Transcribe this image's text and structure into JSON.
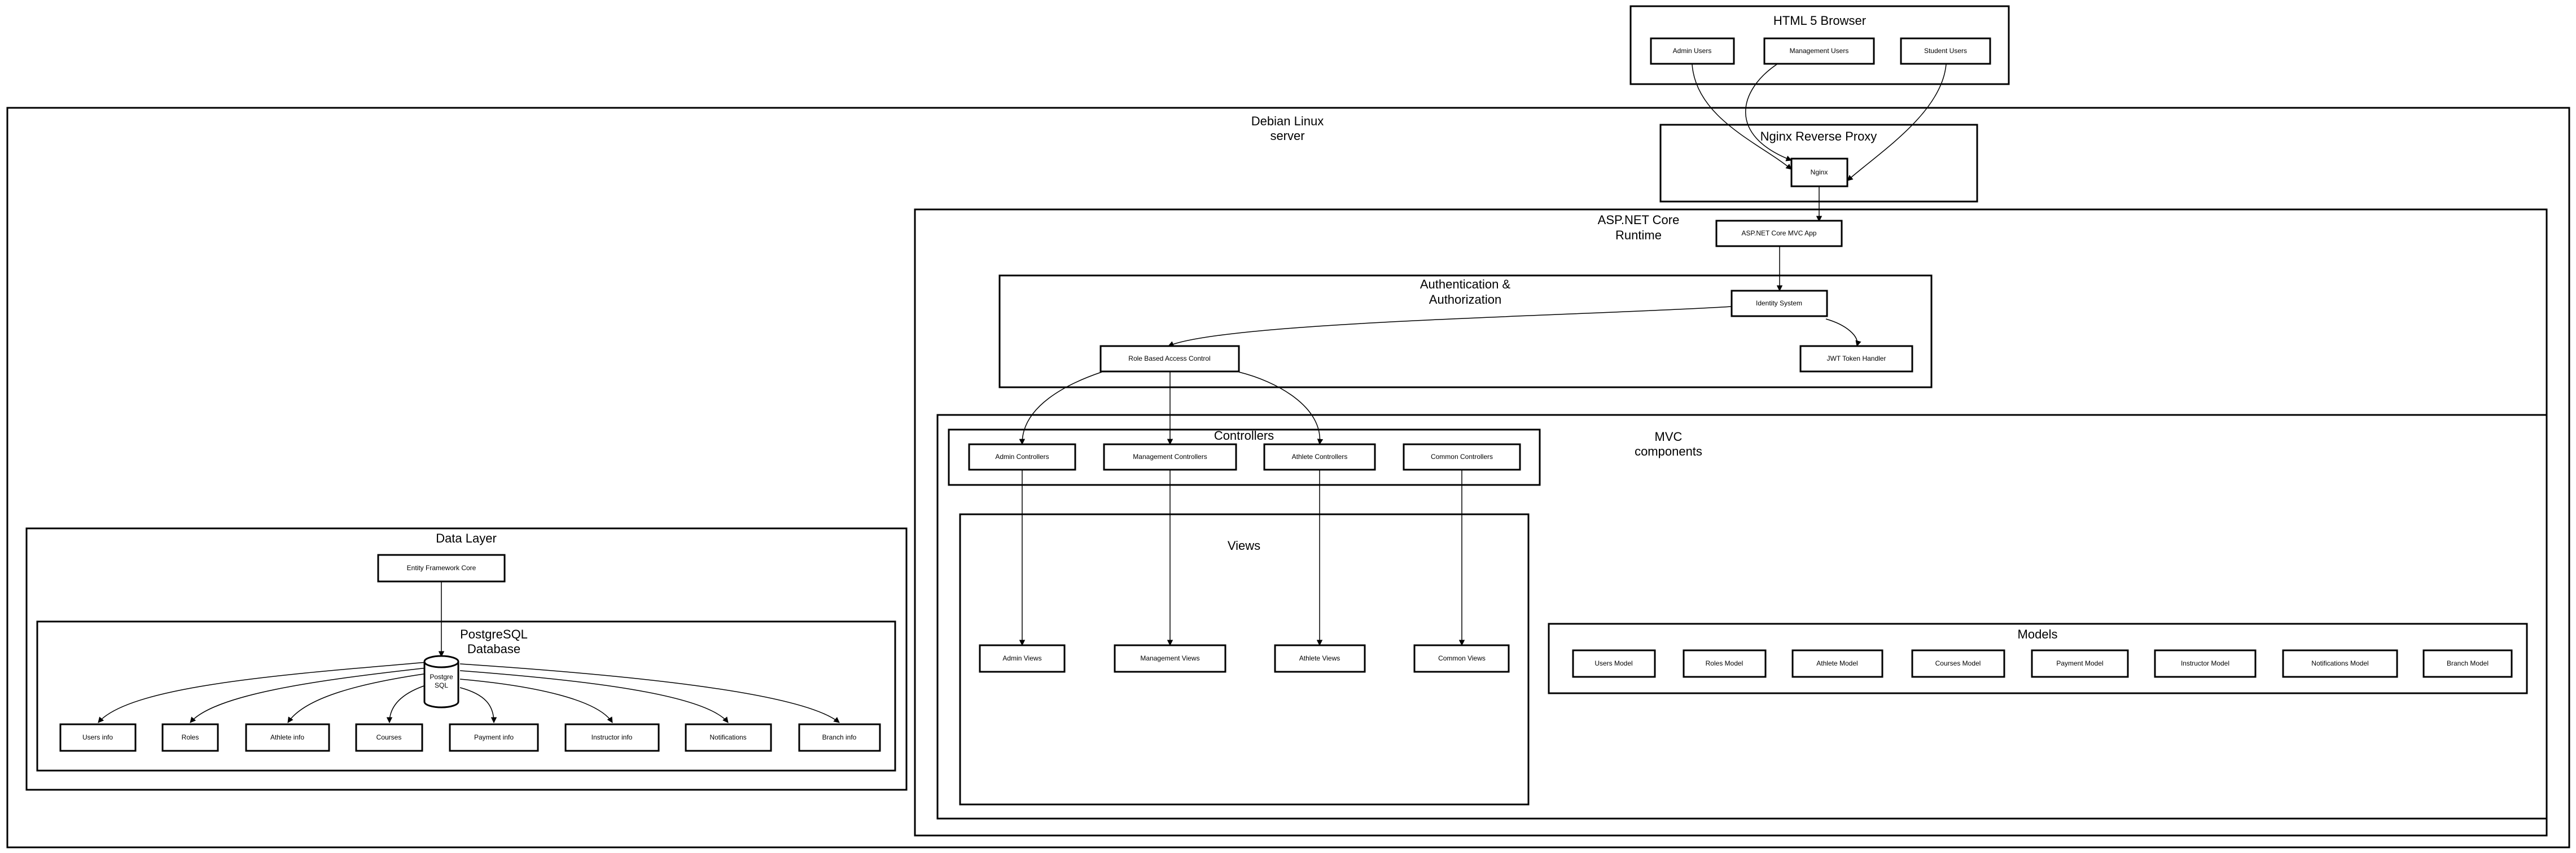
{
  "clusters": {
    "browser": "HTML 5 Browser",
    "server": [
      "Debian Linux",
      "server"
    ],
    "proxy": "Nginx Reverse Proxy",
    "runtime": [
      "ASP.NET Core",
      "Runtime"
    ],
    "auth": [
      "Authentication &",
      "Authorization"
    ],
    "mvc": [
      "MVC",
      "components"
    ],
    "controllers": "Controllers",
    "views": "Views",
    "models": "Models",
    "data_layer": "Data Layer",
    "database": [
      "PostgreSQL",
      "Database"
    ]
  },
  "nodes": {
    "admin_users": "Admin Users",
    "management_users": "Management Users",
    "student_users": "Student Users",
    "nginx": "Nginx",
    "mvc_app": "ASP.NET Core MVC App",
    "identity_system": "Identity System",
    "rbac": "Role Based Access Control",
    "jwt": "JWT Token Handler",
    "admin_controllers": "Admin Controllers",
    "management_controllers": "Management Controllers",
    "athlete_controllers": "Athlete Controllers",
    "common_controllers": "Common Controllers",
    "admin_views": "Admin Views",
    "management_views": "Management Views",
    "athlete_views": "Athlete Views",
    "common_views": "Common Views",
    "users_model": "Users Model",
    "roles_model": "Roles Model",
    "athlete_model": "Athlete Model",
    "courses_model": "Courses Model",
    "payment_model": "Payment Model",
    "instructor_model": "Instructor Model",
    "notifications_model": "Notifications Model",
    "branch_model": "Branch Model",
    "ef_core": "Entity Framework Core",
    "postgres": [
      "Postgre",
      "SQL"
    ],
    "users_info": "Users info",
    "roles": "Roles",
    "athlete_info": "Athlete info",
    "courses": "Courses",
    "payment_info": "Payment info",
    "instructor_info": "Instructor info",
    "notifications": "Notifications",
    "branch_info": "Branch info"
  }
}
